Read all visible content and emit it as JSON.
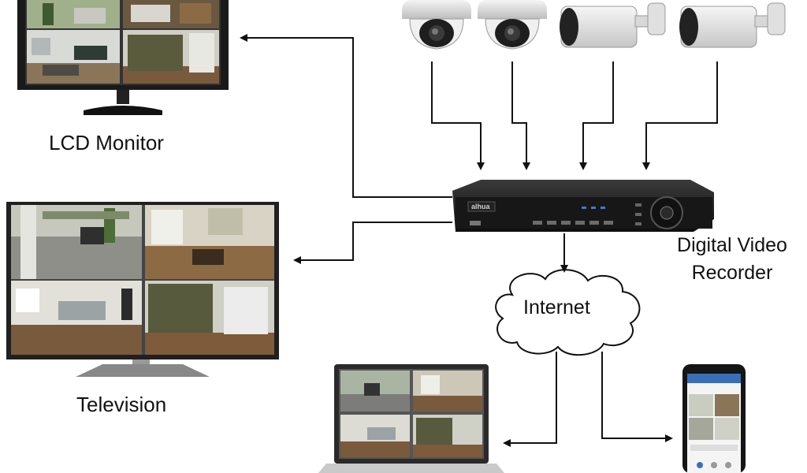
{
  "labels": {
    "lcd_monitor": "LCD Monitor",
    "television": "Television",
    "dvr_line1": "Digital Video",
    "dvr_line2": "Recorder",
    "internet": "Internet",
    "dvr_brand": "alhua"
  },
  "colors": {
    "line": "#111111",
    "device_dark": "#1a1a1a",
    "camera_white": "#e8e8e8",
    "screen_floor": "#7a5a3c",
    "screen_wall": "#cfcfc8"
  },
  "cameras": [
    {
      "kind": "dome"
    },
    {
      "kind": "dome"
    },
    {
      "kind": "bullet"
    },
    {
      "kind": "bullet"
    }
  ]
}
